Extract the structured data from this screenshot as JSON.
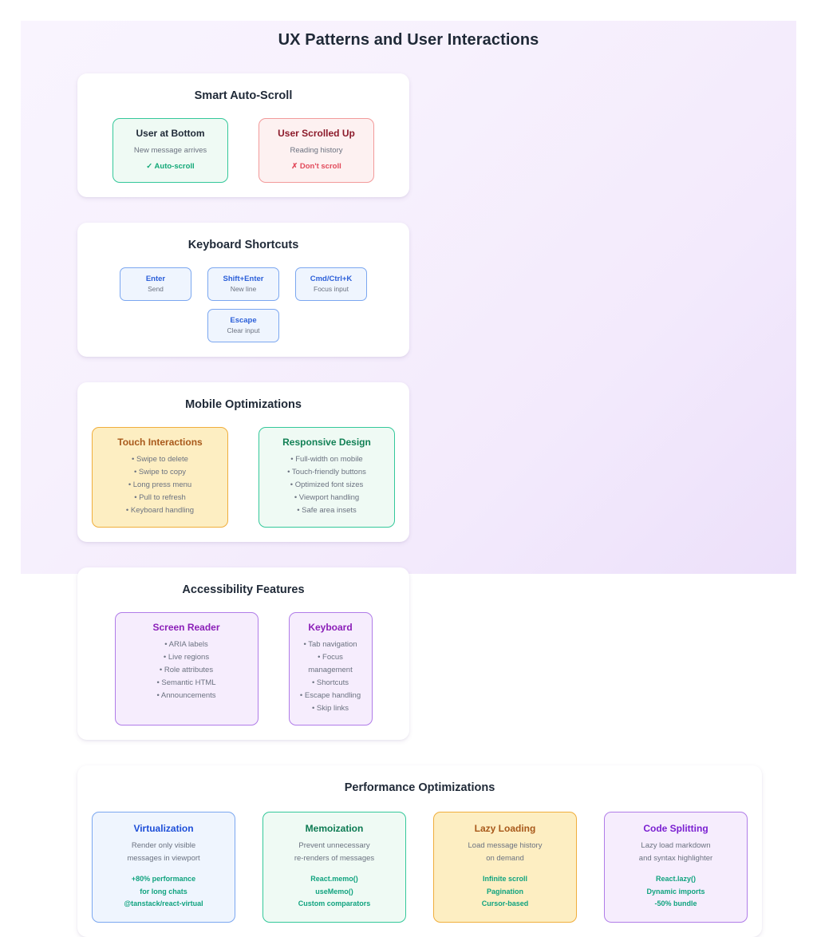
{
  "page": {
    "title": "UX Patterns and User Interactions",
    "accent_bg_start": "#f9f4fe",
    "accent_bg_end": "#ece0fa"
  },
  "cards": {
    "auto_scroll": {
      "title": "Smart Auto-Scroll",
      "panels": [
        {
          "title": "User at Bottom",
          "title_color": "#1f2937",
          "border_color": "#34c89a",
          "bg_color": "#effaf4",
          "line": "New message arrives",
          "result": "✓ Auto-scroll",
          "result_color": "#12a877"
        },
        {
          "title": "User Scrolled Up",
          "title_color": "#8c1b2b",
          "border_color": "#f29a9a",
          "bg_color": "#fdf1f1",
          "line": "Reading history",
          "result": "✗ Don't scroll",
          "result_color": "#e2495a"
        }
      ]
    },
    "keyboard_shortcuts": {
      "title": "Keyboard Shortcuts",
      "keys_row_1": [
        {
          "key": "Enter",
          "action": "Send"
        },
        {
          "key": "Shift+Enter",
          "action": "New line"
        },
        {
          "key": "Cmd/Ctrl+K",
          "action": "Focus input"
        }
      ],
      "keys_row_2": [
        {
          "key": "Escape",
          "action": "Clear input"
        }
      ]
    },
    "mobile": {
      "title": "Mobile Optimizations",
      "panels": [
        {
          "title": "Touch Interactions",
          "title_color": "#a8591b",
          "border_color": "#f0ae3c",
          "bg_color": "#fdeec2",
          "items": [
            "• Swipe to delete",
            "• Swipe to copy",
            "• Long press menu",
            "• Pull to refresh",
            "• Keyboard handling"
          ]
        },
        {
          "title": "Responsive Design",
          "title_color": "#128055",
          "border_color": "#34c89a",
          "bg_color": "#effaf4",
          "items": [
            "• Full-width on mobile",
            "• Touch-friendly buttons",
            "• Optimized font sizes",
            "• Viewport handling",
            "• Safe area insets"
          ]
        }
      ]
    },
    "accessibility": {
      "title": "Accessibility Features",
      "panels": [
        {
          "title": "Screen Reader",
          "title_color": "#8b1fb8",
          "border_color": "#b07ce8",
          "bg_color": "#f6edfd",
          "items": [
            "• ARIA labels",
            "• Live regions",
            "• Role attributes",
            "• Semantic HTML",
            "• Announcements"
          ]
        },
        {
          "title": "Keyboard",
          "title_color": "#8b1fb8",
          "border_color": "#b07ce8",
          "bg_color": "#f6edfd",
          "items": [
            "• Tab navigation",
            "• Focus management",
            "• Shortcuts",
            "• Escape handling",
            "• Skip links"
          ]
        }
      ]
    },
    "performance": {
      "title": "Performance Optimizations",
      "panels": [
        {
          "title": "Virtualization",
          "title_color": "#1d4ed8",
          "border_color": "#7ba7f0",
          "bg_color": "#eff5fe",
          "desc": [
            "Render only visible",
            "messages in viewport"
          ],
          "metrics": [
            "+80% performance",
            "for long chats",
            "@tanstack/react-virtual"
          ]
        },
        {
          "title": "Memoization",
          "title_color": "#0c7a52",
          "border_color": "#34c89a",
          "bg_color": "#effaf4",
          "desc": [
            "Prevent unnecessary",
            "re-renders of messages"
          ],
          "metrics": [
            "React.memo()",
            "useMemo()",
            "Custom comparators"
          ]
        },
        {
          "title": "Lazy Loading",
          "title_color": "#a8591b",
          "border_color": "#f0ae3c",
          "bg_color": "#fdeec2",
          "desc": [
            "Load message history",
            "on demand"
          ],
          "metrics": [
            "Infinite scroll",
            "Pagination",
            "Cursor-based"
          ]
        },
        {
          "title": "Code Splitting",
          "title_color": "#7a1fd1",
          "border_color": "#b07ce8",
          "bg_color": "#f6edfd",
          "desc": [
            "Lazy load markdown",
            "and syntax highlighter"
          ],
          "metrics": [
            "React.lazy()",
            "Dynamic imports",
            "-50% bundle"
          ]
        }
      ]
    }
  }
}
